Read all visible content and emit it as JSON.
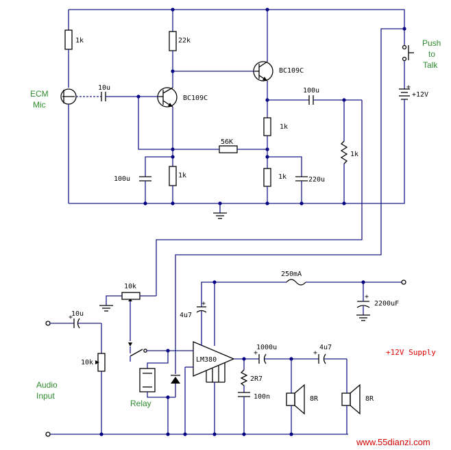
{
  "diagram": {
    "labels": {
      "r_1k_top": "1k",
      "r_22k": "22k",
      "q1": "BC109C",
      "q2": "BC109C",
      "c_10u_in": "10u",
      "c_100u_out": "100u",
      "r_1k_q2e": "1k",
      "r_56k": "56K",
      "r_1k_right": "1k",
      "c_100u_left": "100u",
      "r_1k_q1e": "1k",
      "r_1k_q2e2": "1k",
      "c_220u": "220u",
      "ecm_mic": [
        "ECM",
        "Mic"
      ],
      "push_to_talk": [
        "Push",
        "to",
        "Talk"
      ],
      "batt_12v": "+12V",
      "pot_10k_top": "10k",
      "fuse": "250mA",
      "c_4u7_a": "4u7",
      "c_2200uf": "2200uF",
      "c_10u_audio": "10u",
      "pot_10k_audio": "10k",
      "lm380": "LM380",
      "c_1000u": "1000u",
      "c_4u7_b": "4u7",
      "supply": "+12V Supply",
      "r_2r7": "2R7",
      "c_100n": "100n",
      "spk1": "8R",
      "spk2": "8R",
      "audio_input": [
        "Audio",
        "Input"
      ],
      "relay": "Relay",
      "watermark": "www.55dianzi.com"
    },
    "plus_sign": "+"
  }
}
